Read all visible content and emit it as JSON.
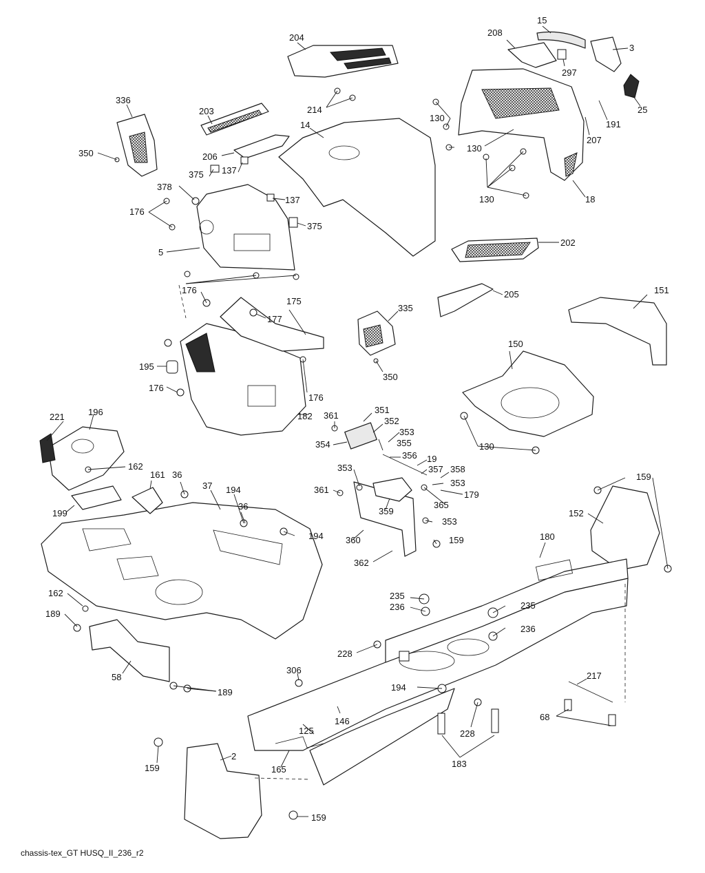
{
  "caption": "chassis-tex_GT HUSQ_II_236_r2",
  "callouts": [
    {
      "id": "c204",
      "text": "204"
    },
    {
      "id": "c15",
      "text": "15"
    },
    {
      "id": "c208",
      "text": "208"
    },
    {
      "id": "c3",
      "text": "3"
    },
    {
      "id": "c297",
      "text": "297"
    },
    {
      "id": "c25",
      "text": "25"
    },
    {
      "id": "c336",
      "text": "336"
    },
    {
      "id": "c203",
      "text": "203"
    },
    {
      "id": "c214",
      "text": "214"
    },
    {
      "id": "c130a",
      "text": "130"
    },
    {
      "id": "c191",
      "text": "191"
    },
    {
      "id": "c14",
      "text": "14"
    },
    {
      "id": "c130b",
      "text": "130"
    },
    {
      "id": "c207",
      "text": "207"
    },
    {
      "id": "c350a",
      "text": "350"
    },
    {
      "id": "c206",
      "text": "206"
    },
    {
      "id": "c137a",
      "text": "137"
    },
    {
      "id": "c375a",
      "text": "375"
    },
    {
      "id": "c378",
      "text": "378"
    },
    {
      "id": "c137b",
      "text": "137"
    },
    {
      "id": "c130c",
      "text": "130"
    },
    {
      "id": "c18",
      "text": "18"
    },
    {
      "id": "c176a",
      "text": "176"
    },
    {
      "id": "c375b",
      "text": "375"
    },
    {
      "id": "c5",
      "text": "5"
    },
    {
      "id": "c202",
      "text": "202"
    },
    {
      "id": "c176b",
      "text": "176"
    },
    {
      "id": "c175",
      "text": "175"
    },
    {
      "id": "c177",
      "text": "177"
    },
    {
      "id": "c205",
      "text": "205"
    },
    {
      "id": "c151",
      "text": "151"
    },
    {
      "id": "c335",
      "text": "335"
    },
    {
      "id": "c195",
      "text": "195"
    },
    {
      "id": "c150",
      "text": "150"
    },
    {
      "id": "c350b",
      "text": "350"
    },
    {
      "id": "c176c",
      "text": "176"
    },
    {
      "id": "c176d",
      "text": "176"
    },
    {
      "id": "c221",
      "text": "221"
    },
    {
      "id": "c196",
      "text": "196"
    },
    {
      "id": "c361a",
      "text": "361"
    },
    {
      "id": "c351",
      "text": "351"
    },
    {
      "id": "c182",
      "text": "182"
    },
    {
      "id": "c352",
      "text": "352"
    },
    {
      "id": "c354",
      "text": "354"
    },
    {
      "id": "c353a",
      "text": "353"
    },
    {
      "id": "c355",
      "text": "355"
    },
    {
      "id": "c130d",
      "text": "130"
    },
    {
      "id": "c162a",
      "text": "162"
    },
    {
      "id": "c356",
      "text": "356"
    },
    {
      "id": "c19",
      "text": "19"
    },
    {
      "id": "c161",
      "text": "161"
    },
    {
      "id": "c36a",
      "text": "36"
    },
    {
      "id": "c353b",
      "text": "353"
    },
    {
      "id": "c357",
      "text": "357"
    },
    {
      "id": "c358",
      "text": "358"
    },
    {
      "id": "c159a",
      "text": "159"
    },
    {
      "id": "c37",
      "text": "37"
    },
    {
      "id": "c194a",
      "text": "194"
    },
    {
      "id": "c361b",
      "text": "361"
    },
    {
      "id": "c353c",
      "text": "353"
    },
    {
      "id": "c179",
      "text": "179"
    },
    {
      "id": "c199",
      "text": "199"
    },
    {
      "id": "c36b",
      "text": "36"
    },
    {
      "id": "c359",
      "text": "359"
    },
    {
      "id": "c365",
      "text": "365"
    },
    {
      "id": "c152",
      "text": "152"
    },
    {
      "id": "c353d",
      "text": "353"
    },
    {
      "id": "c194b",
      "text": "194"
    },
    {
      "id": "c180",
      "text": "180"
    },
    {
      "id": "c360",
      "text": "360"
    },
    {
      "id": "c159b",
      "text": "159"
    },
    {
      "id": "c362",
      "text": "362"
    },
    {
      "id": "c162b",
      "text": "162"
    },
    {
      "id": "c235a",
      "text": "235"
    },
    {
      "id": "c236a",
      "text": "236"
    },
    {
      "id": "c235b",
      "text": "235"
    },
    {
      "id": "c189a",
      "text": "189"
    },
    {
      "id": "c236b",
      "text": "236"
    },
    {
      "id": "c228a",
      "text": "228"
    },
    {
      "id": "c58",
      "text": "58"
    },
    {
      "id": "c306",
      "text": "306"
    },
    {
      "id": "c217",
      "text": "217"
    },
    {
      "id": "c194c",
      "text": "194"
    },
    {
      "id": "c189b",
      "text": "189"
    },
    {
      "id": "c146",
      "text": "146"
    },
    {
      "id": "c68",
      "text": "68"
    },
    {
      "id": "c125",
      "text": "125"
    },
    {
      "id": "c228b",
      "text": "228"
    },
    {
      "id": "c2",
      "text": "2"
    },
    {
      "id": "c159c",
      "text": "159"
    },
    {
      "id": "c165",
      "text": "165"
    },
    {
      "id": "c183",
      "text": "183"
    },
    {
      "id": "c159d",
      "text": "159"
    }
  ]
}
